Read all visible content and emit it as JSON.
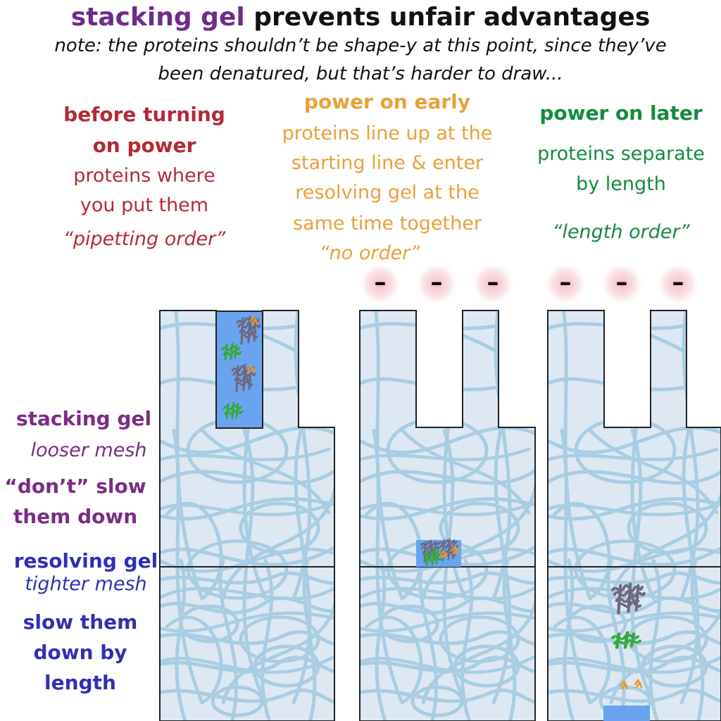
{
  "title": {
    "highlight": "stacking gel",
    "rest": " prevents unfair advantages"
  },
  "note": {
    "line1": "note: the proteins shouldn’t be shape-y at this point, since they’ve",
    "line2": "been denatured, but that’s harder to draw..."
  },
  "panels": [
    {
      "heading_line1": "before turning",
      "heading_line2": "on power",
      "desc_line1": "proteins where",
      "desc_line2": "you put them",
      "quote": "“pipetting order”",
      "color": "#b42a35"
    },
    {
      "heading_line1": "power on early",
      "desc_line1": "proteins line up at the",
      "desc_line2": "starting line & enter",
      "desc_line3": "resolving gel at the",
      "desc_line4": "same time together",
      "quote": "“no order”",
      "color": "#e8a13a"
    },
    {
      "heading_line1": "power on later",
      "desc_line1": "proteins separate",
      "desc_line2": "by length",
      "quote": "“length order”",
      "color": "#158a3e"
    }
  ],
  "side_labels": {
    "stacking": {
      "title": "stacking gel",
      "mesh": "looser mesh",
      "effect_line1": "“don’t” slow",
      "effect_line2": "them down",
      "color": "#7b2c84"
    },
    "resolving": {
      "title": "resolving gel",
      "mesh": "tighter mesh",
      "effect_line1": "slow them",
      "effect_line2": "down by",
      "effect_line3": "length",
      "color": "#2f30b4"
    }
  },
  "electrode_symbol": "–",
  "colors": {
    "gel_fill": "#dde8f3",
    "mesh": "#a9cde3",
    "sample": "#6aa4f0",
    "protein_large": "#6e6880",
    "protein_medium": "#38a83c",
    "protein_small": "#e8962e",
    "electrode_glow": "#f3b8bf"
  }
}
